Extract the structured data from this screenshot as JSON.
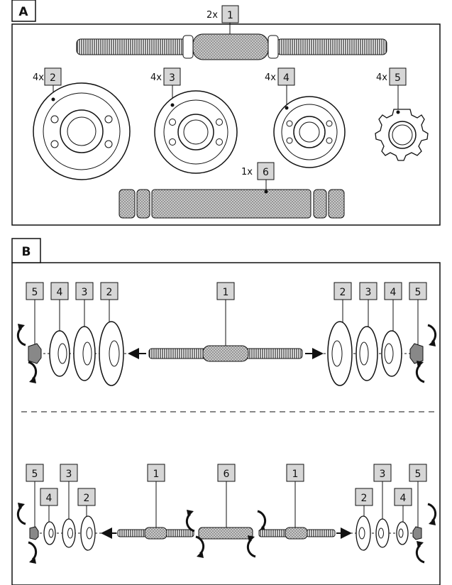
{
  "panel_a": {
    "letter": "A",
    "parts": [
      {
        "qty": "2x",
        "num": "1"
      },
      {
        "qty": "4x",
        "num": "2"
      },
      {
        "qty": "4x",
        "num": "3"
      },
      {
        "qty": "4x",
        "num": "4"
      },
      {
        "qty": "4x",
        "num": "5"
      },
      {
        "qty": "1x",
        "num": "6"
      }
    ]
  },
  "panel_b": {
    "letter": "B",
    "top_left_labels": [
      "5",
      "4",
      "3",
      "2"
    ],
    "top_center_label": "1",
    "top_right_labels": [
      "2",
      "3",
      "4",
      "5"
    ],
    "bottom_labels": {
      "left_5": "5",
      "left_4": "4",
      "left_3": "3",
      "left_2": "2",
      "bar_left": "1",
      "connector": "6",
      "bar_right": "1",
      "right_2": "2",
      "right_3": "3",
      "right_4": "4",
      "right_5": "5"
    }
  },
  "colors": {
    "label_fill": "#d6d6d6",
    "stroke": "#111111",
    "grip": "#bdbdbd"
  }
}
